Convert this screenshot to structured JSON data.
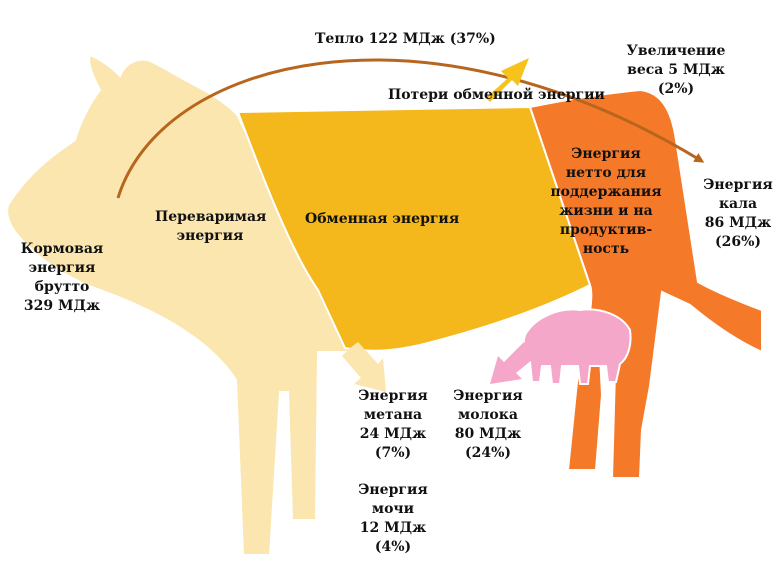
{
  "colors": {
    "digestible": "#fbe6b0",
    "metabolizable": "#f4b81c",
    "net": "#f47a2a",
    "udder": "#f4a7c8",
    "heat_arc": "#b8651e",
    "metabolic_loss_arrow": "#f6c21c",
    "methane_arrow": "#fbe6b0",
    "milk_arrow": "#f4a7c8",
    "outline": "#ffffff"
  },
  "labels": {
    "gross": [
      "Кормовая",
      "энергия",
      "брутто",
      "329 МДж"
    ],
    "digestible": [
      "Переваримая",
      "энергия"
    ],
    "metabolizable": [
      "Обменная энергия"
    ],
    "net": [
      "Энергия",
      "нетто для",
      "поддержания",
      "жизни и на",
      "продуктив-",
      "ность"
    ],
    "heat": [
      "Тепло 122 МДж (37%)"
    ],
    "weight_gain": [
      "Увеличение",
      "веса 5 МДж",
      "(2%)"
    ],
    "metabolic_loss": [
      "Потери обменной энергии"
    ],
    "feces": [
      "Энергия",
      "кала",
      "86 МДж",
      "(26%)"
    ],
    "methane": [
      "Энергия",
      "метана",
      "24 МДж",
      "(7%)"
    ],
    "milk": [
      "Энергия",
      "молока",
      "80 МДж",
      "(24%)"
    ],
    "urine": [
      "Энергия",
      "мочи",
      "12 МДж",
      "(4%)"
    ]
  }
}
